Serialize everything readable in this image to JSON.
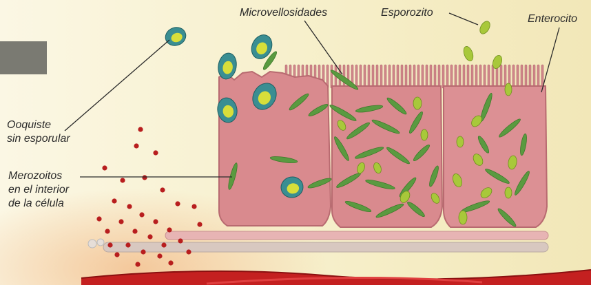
{
  "labels": {
    "microvellosidades": "Microvellosidades",
    "esporozito": "Esporozito",
    "enterocito": "Enterocito",
    "ooquiste_line1": "Ooquiste",
    "ooquiste_line2": "sin esporular",
    "merozoitos_line1": "Merozoitos",
    "merozoitos_line2": "en el interior",
    "merozoitos_line3": "de la célula"
  },
  "colors": {
    "background": "#f6f0d0",
    "cell": "#d98a8e",
    "cell_edge": "#b86a70",
    "merozoite": "#5a9a40",
    "sporozoite": "#a8c83a",
    "oocyst_wall": "#3a8e92",
    "oocyst_core": "#d8de3a",
    "blood": "#b81e1e",
    "vessel": "#c42020"
  }
}
